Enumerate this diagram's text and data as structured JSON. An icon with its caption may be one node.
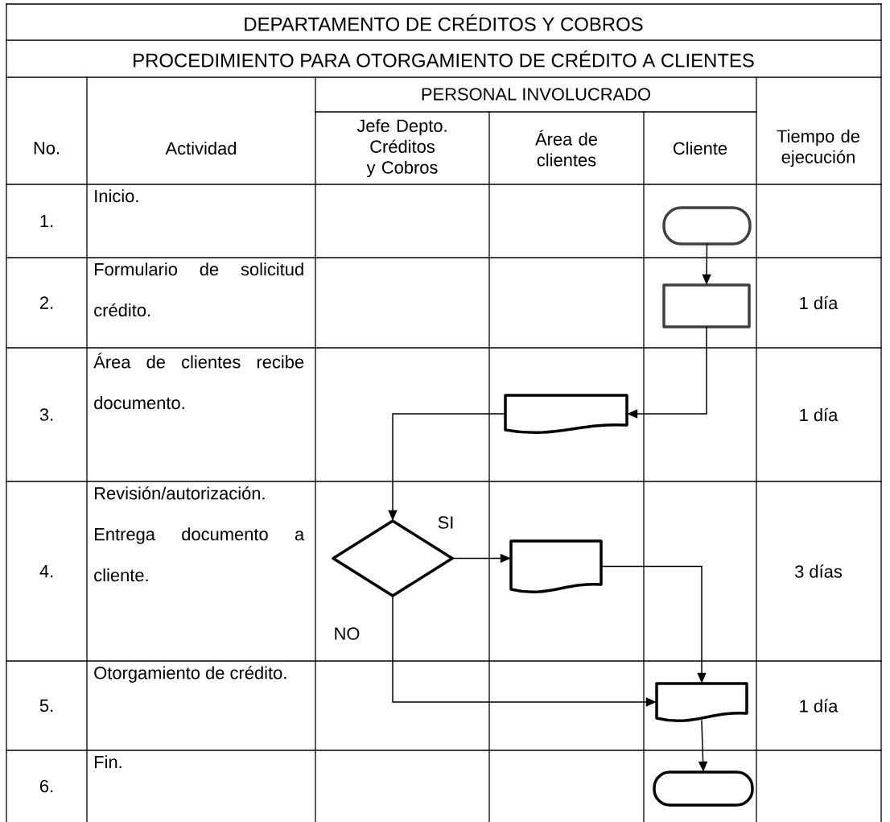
{
  "diagram": {
    "title": "DEPARTAMENTO DE CRÉDITOS Y COBROS",
    "nodes": [
      {
        "text": [],
        "shape": "terminal"
      },
      {
        "text": [],
        "shape": "box"
      },
      {
        "text": [],
        "shape": "document"
      },
      {
        "text": [],
        "shape": "diamond"
      },
      {
        "text": [],
        "shape": "document"
      },
      {
        "text": [],
        "shape": "document"
      },
      {
        "text": [],
        "shape": "terminal"
      }
    ],
    "edges": [
      {
        "from": 0,
        "to": 1,
        "arrow": "to"
      },
      {
        "from": 1,
        "to": 2,
        "arrow": "to"
      },
      {
        "from": 2,
        "to": 3,
        "arrow": "to"
      },
      {
        "from": 3,
        "to": 4,
        "arrow": "to",
        "label": "SI"
      },
      {
        "from": 4,
        "to": 5,
        "arrow": "to"
      },
      {
        "from": 3,
        "to": 5,
        "arrow": "to",
        "label": "NO"
      },
      {
        "from": 5,
        "to": 6,
        "arrow": "to"
      }
    ],
    "labels": [
      "PROCEDIMIENTO PARA OTORGAMIENTO DE CRÉDITO A CLIENTES",
      "No.",
      "Actividad",
      "PERSONAL INVOLUCRADO",
      "Tiempo de ejecución",
      "Jefe Depto. Créditos y Cobros",
      "Área de clientes",
      "Cliente",
      "1.",
      "Inicio.",
      "2.",
      "Formulario de solicitud crédito.",
      "1 día",
      "3.",
      "Área de clientes recibe documento.",
      "1 día",
      "4.",
      "Revisión/autorización. Entrega documento a cliente.",
      "3 días",
      "5.",
      "Otorgamiento de crédito.",
      "1 día",
      "6.",
      "Fin."
    ]
  }
}
